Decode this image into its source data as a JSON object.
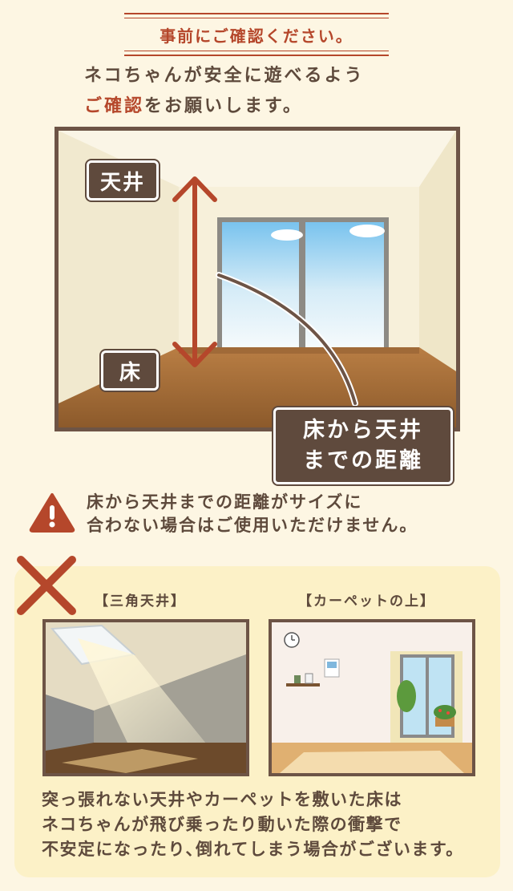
{
  "header": {
    "title": "事前にご確認ください。"
  },
  "intro": {
    "line1": "ネコちゃんが安全に遊べるよう",
    "line2_accent": "ご確認",
    "line2_rest": "をお願いします。"
  },
  "diagram": {
    "ceiling_label": "天井",
    "floor_label": "床",
    "distance_label_line1": "床から天井",
    "distance_label_line2": "までの距離"
  },
  "warning": {
    "line1": "床から天井までの距離がサイズに",
    "line2": "合わない場合はご使用いただけません。"
  },
  "ng_cases": {
    "case1_label": "【三角天井】",
    "case2_label": "【カーペットの上】"
  },
  "notice": {
    "line1": "突っ張れない天井やカーペットを敷いた床は",
    "line2": "ネコちゃんが飛び乗ったり動いた際の衝撃で",
    "line3": "不安定になったり､倒れてしまう場合がございます。"
  },
  "colors": {
    "accent": "#b5472b",
    "brown": "#5f4a3d",
    "panel": "#fcf1c7"
  },
  "icons": [
    "warning-icon",
    "cross-icon",
    "double-arrow-icon"
  ]
}
